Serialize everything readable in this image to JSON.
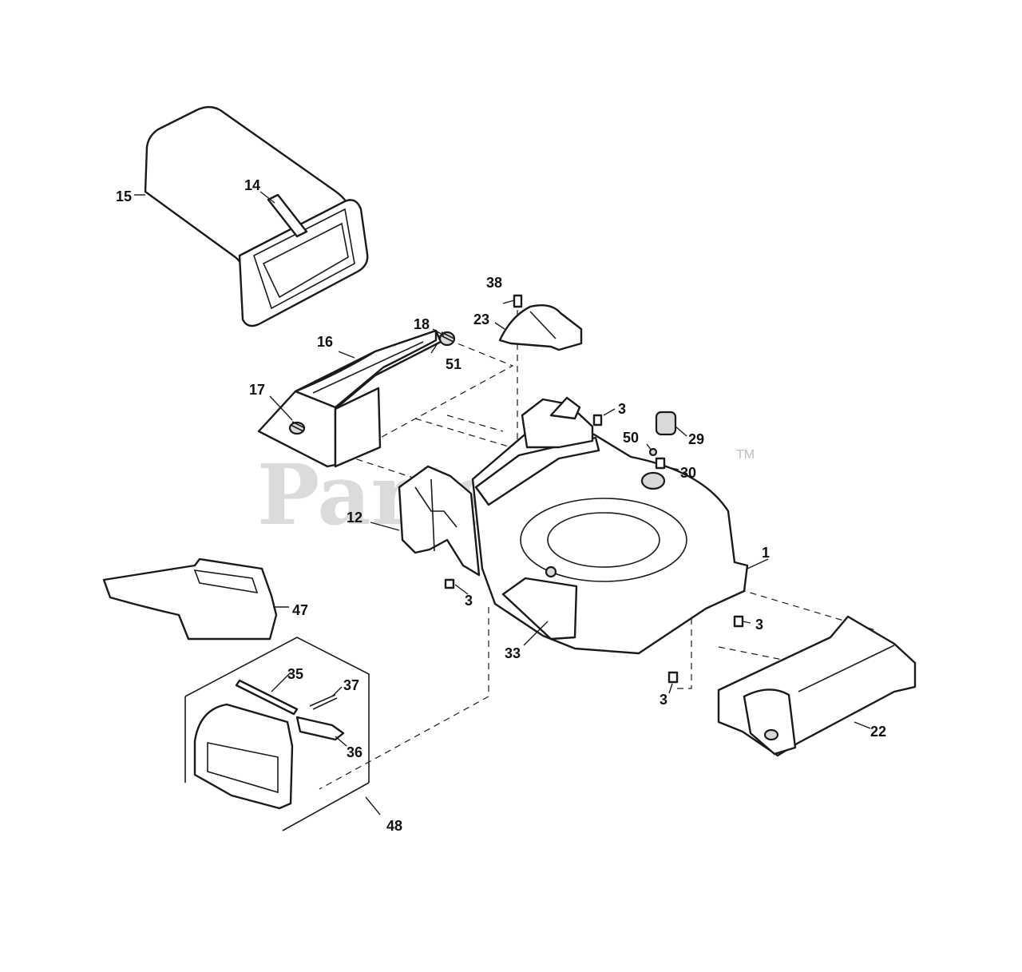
{
  "watermark": {
    "text": "PartsTree",
    "trademark": "TM"
  },
  "callouts": {
    "c1": "1",
    "c3a": "3",
    "c3b": "3",
    "c3c": "3",
    "c3d": "3",
    "c12": "12",
    "c14": "14",
    "c15": "15",
    "c16": "16",
    "c17": "17",
    "c18": "18",
    "c22": "22",
    "c23": "23",
    "c29": "29",
    "c30": "30",
    "c33": "33",
    "c35": "35",
    "c36": "36",
    "c37": "37",
    "c38": "38",
    "c47": "47",
    "c48": "48",
    "c50": "50",
    "c51": "51"
  }
}
